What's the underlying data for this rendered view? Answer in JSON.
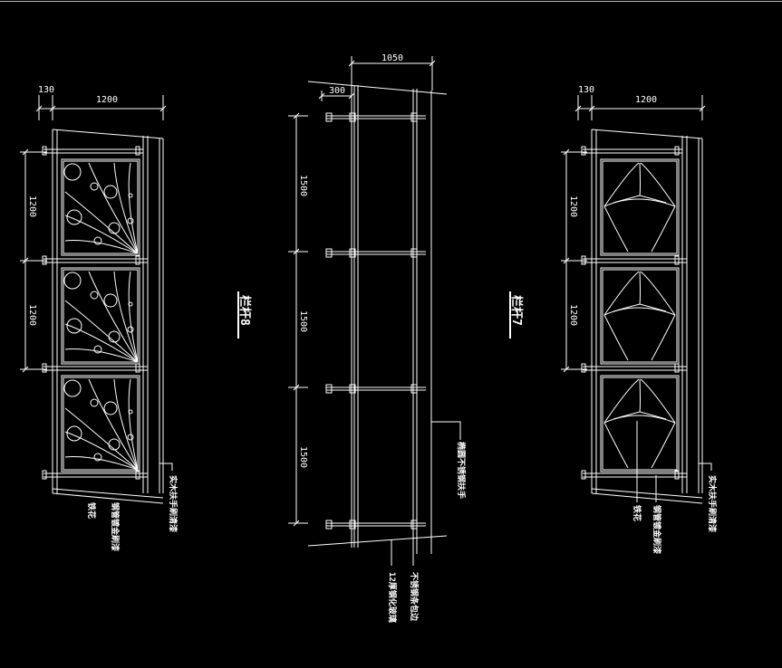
{
  "drawing": {
    "left_panel": {
      "title": "栏杆8",
      "dim_top_small": "130",
      "dim_top_main": "1200",
      "dim_side": [
        "1200",
        "1200"
      ],
      "note_main": "实木扶手刷清漆",
      "note_a": "钢管镀金刷漆",
      "note_b": "铁花"
    },
    "middle_panel": {
      "dim_top": "1050",
      "dim_offset": "300",
      "dim_side": [
        "1500",
        "1500",
        "1500"
      ],
      "note_handrail": "椭圆不锈钢扶手",
      "note_bar": "不锈钢条包边",
      "note_glass": "12厚钢化玻璃"
    },
    "right_panel": {
      "title": "栏杆7",
      "dim_top_small": "130",
      "dim_top_main": "1200",
      "dim_side": [
        "1200",
        "1200"
      ],
      "note_main": "实木扶手刷清漆",
      "note_a": "钢管镀金刷漆",
      "note_b": "铁花"
    }
  }
}
